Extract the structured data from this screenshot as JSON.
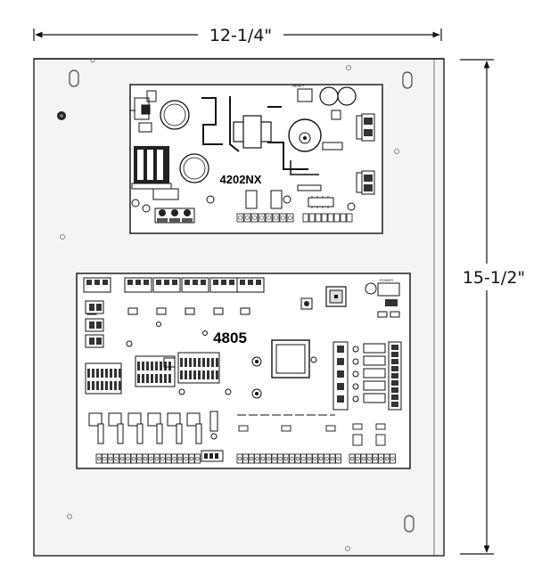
{
  "dimensions": {
    "width_label": "12-1/4\"",
    "height_label": "15-1/2\""
  },
  "boards": {
    "power_supply": {
      "label": "4202NX"
    },
    "controller": {
      "label": "4805"
    }
  },
  "icons": [
    "keyhole-mount-icon",
    "ground-stud-icon",
    "terminal-block-icon",
    "relay-icon",
    "fuse-icon",
    "dip-switch-icon",
    "transformer-icon"
  ]
}
